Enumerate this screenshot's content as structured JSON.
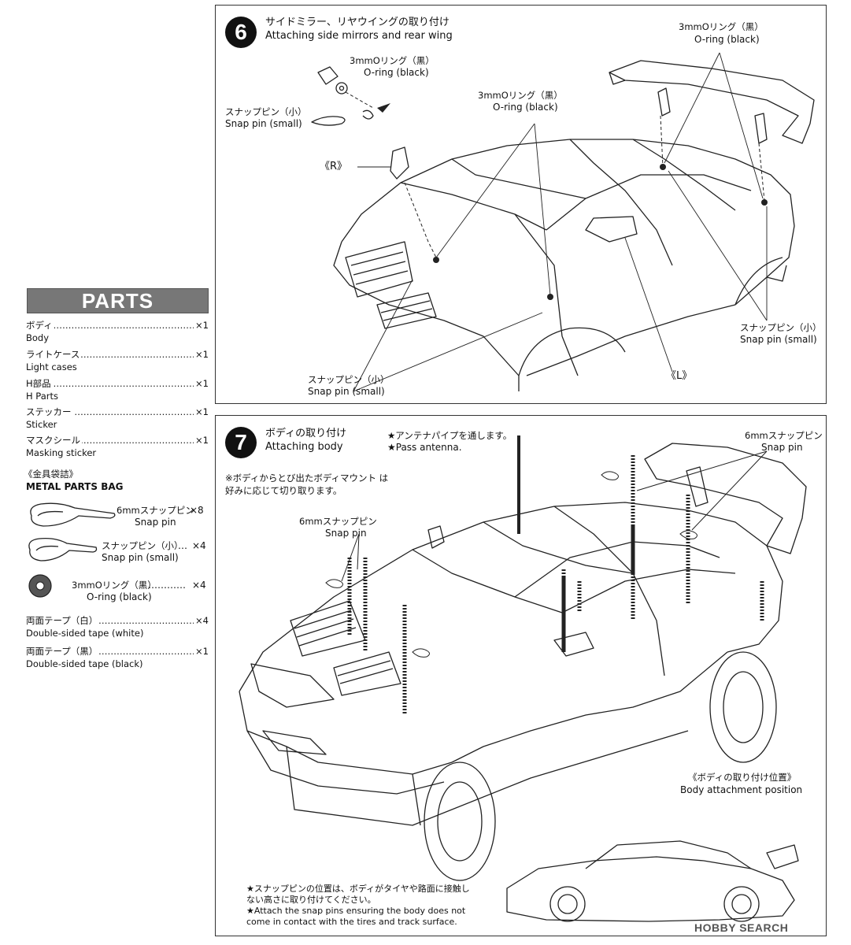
{
  "step6": {
    "number": "6",
    "title_jp": "サイドミラー、リヤウイングの取り付け",
    "title_en": "Attaching side mirrors and rear wing",
    "labels": {
      "oring_jp": "3mmOリング（黒）",
      "oring_en": "O-ring (black)",
      "snap_small_jp": "スナップピン（小）",
      "snap_small_en": "Snap pin (small)",
      "right_marker": "《R》",
      "left_marker": "《L》"
    }
  },
  "parts": {
    "heading": "PARTS",
    "items": [
      {
        "jp": "ボディ",
        "en": "Body",
        "qty": "×1"
      },
      {
        "jp": "ライトケース",
        "en": "Light cases",
        "qty": "×1"
      },
      {
        "jp": "H部品",
        "en": "H Parts",
        "qty": "×1"
      },
      {
        "jp": "ステッカー",
        "en": "Sticker",
        "qty": "×1"
      },
      {
        "jp": "マスクシール",
        "en": "Masking sticker",
        "qty": "×1"
      }
    ],
    "metal_bag_jp": "《金具袋詰》",
    "metal_bag_en": "METAL PARTS BAG",
    "metal_items": [
      {
        "jp": "6mmスナップピン",
        "en": "Snap pin",
        "qty": "×8"
      },
      {
        "jp": "スナップピン（小）",
        "en": "Snap pin (small)",
        "qty": "×4"
      },
      {
        "jp": "3mmOリング（黒）",
        "en": "O-ring (black)",
        "qty": "×4"
      },
      {
        "jp": "両面テープ（白）",
        "en": "Double-sided tape (white)",
        "qty": "×4"
      },
      {
        "jp": "両面テープ（黒）",
        "en": "Double-sided tape (black)",
        "qty": "×1"
      }
    ]
  },
  "step7": {
    "number": "7",
    "title_jp": "ボディの取り付け",
    "title_en": "Attaching body",
    "note_jp_1": "※ボディからとび出たボディマウント は",
    "note_jp_2": "好みに応じて切り取ります。",
    "antenna_jp": "★アンテナパイプを通します。",
    "antenna_en": "★Pass antenna.",
    "snap6_jp": "6mmスナップピン",
    "snap6_en": "Snap pin",
    "position_jp": "《ボディの取り付け位置》",
    "position_en": "Body attachment position",
    "caution_jp_1": "★スナップピンの位置は、ボディがタイヤや路面に接触し",
    "caution_jp_2": "ない高さに取り付けてください。",
    "caution_en_1": "★Attach the snap pins ensuring the body does not",
    "caution_en_2": "come in contact with the tires and track surface."
  },
  "watermark": "HOBBY SEARCH"
}
